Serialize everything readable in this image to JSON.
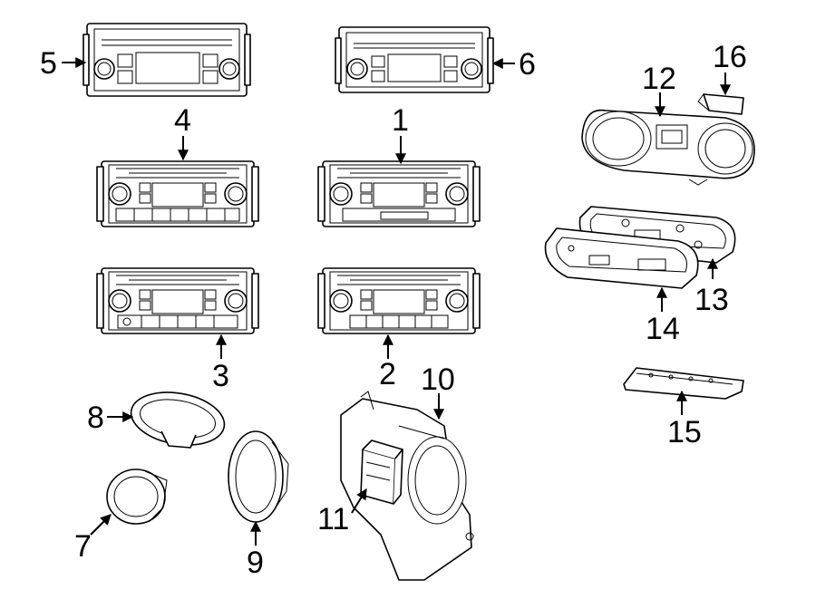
{
  "callouts": {
    "n1": "1",
    "n2": "2",
    "n3": "3",
    "n4": "4",
    "n5": "5",
    "n6": "6",
    "n7": "7",
    "n8": "8",
    "n9": "9",
    "n10": "10",
    "n11": "11",
    "n12": "12",
    "n13": "13",
    "n14": "14",
    "n15": "15",
    "n16": "16"
  },
  "colors": {
    "line": "#000000",
    "background": "#ffffff"
  }
}
